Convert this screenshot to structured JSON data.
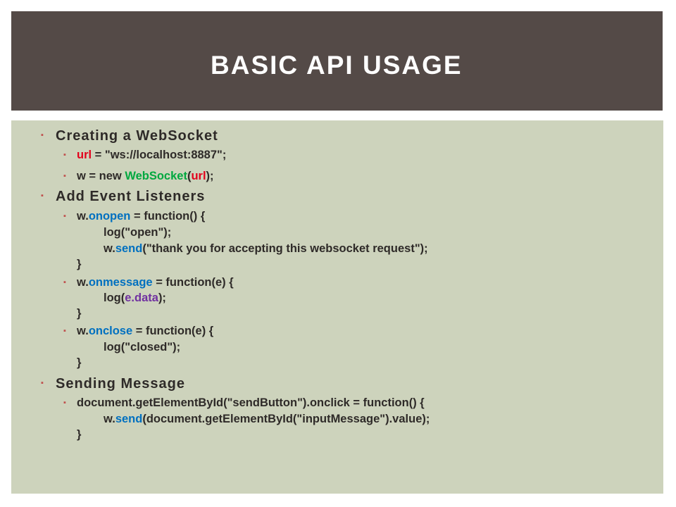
{
  "slide": {
    "title": "BASIC API USAGE",
    "bullet_glyph": "▪",
    "colors": {
      "header_bg": "#544a47",
      "content_bg": "#cdd3bc",
      "bullet": "#c0504d",
      "text": "#2e2a28",
      "code_red": "#e3001b",
      "code_green": "#00a83f",
      "code_blue": "#0070c0",
      "code_purple": "#7030a0"
    },
    "sections": [
      {
        "heading": "Creating a WebSocket",
        "lines": [
          {
            "segments": [
              {
                "text": "url",
                "color": "red"
              },
              {
                "text": " = \"ws://localhost:8887\";"
              }
            ]
          },
          {
            "segments": [
              {
                "text": "w = new "
              },
              {
                "text": "WebSocket",
                "color": "green"
              },
              {
                "text": "("
              },
              {
                "text": "url",
                "color": "red"
              },
              {
                "text": ");"
              }
            ]
          }
        ]
      },
      {
        "heading": "Add Event Listeners",
        "blocks": [
          {
            "segments": [
              {
                "text": "w."
              },
              {
                "text": "onopen",
                "color": "blue"
              },
              {
                "text": " = function() {"
              }
            ],
            "body": [
              [
                {
                  "text": "log(\"open\");"
                }
              ],
              [
                {
                  "text": "w."
                },
                {
                  "text": "send",
                  "color": "blue"
                },
                {
                  "text": "(\"thank you for accepting this websocket request\");"
                }
              ]
            ],
            "close": "}"
          },
          {
            "segments": [
              {
                "text": "w."
              },
              {
                "text": "onmessage",
                "color": "blue"
              },
              {
                "text": " = function(e) {"
              }
            ],
            "body": [
              [
                {
                  "text": "log("
                },
                {
                  "text": "e.data",
                  "color": "purple"
                },
                {
                  "text": ");"
                }
              ]
            ],
            "close": "}"
          },
          {
            "segments": [
              {
                "text": "w."
              },
              {
                "text": "onclose",
                "color": "blue"
              },
              {
                "text": " = function(e) {"
              }
            ],
            "body": [
              [
                {
                  "text": "log(\"closed\");"
                }
              ]
            ],
            "close": "}"
          }
        ]
      },
      {
        "heading": "Sending Message",
        "blocks": [
          {
            "segments": [
              {
                "text": "document.getElementById(\"sendButton\").onclick = function() {"
              }
            ],
            "body": [
              [
                {
                  "text": "w."
                },
                {
                  "text": "send",
                  "color": "blue"
                },
                {
                  "text": "(document.getElementById(\"inputMessage\").value);"
                }
              ]
            ],
            "close": "}"
          }
        ]
      }
    ]
  }
}
